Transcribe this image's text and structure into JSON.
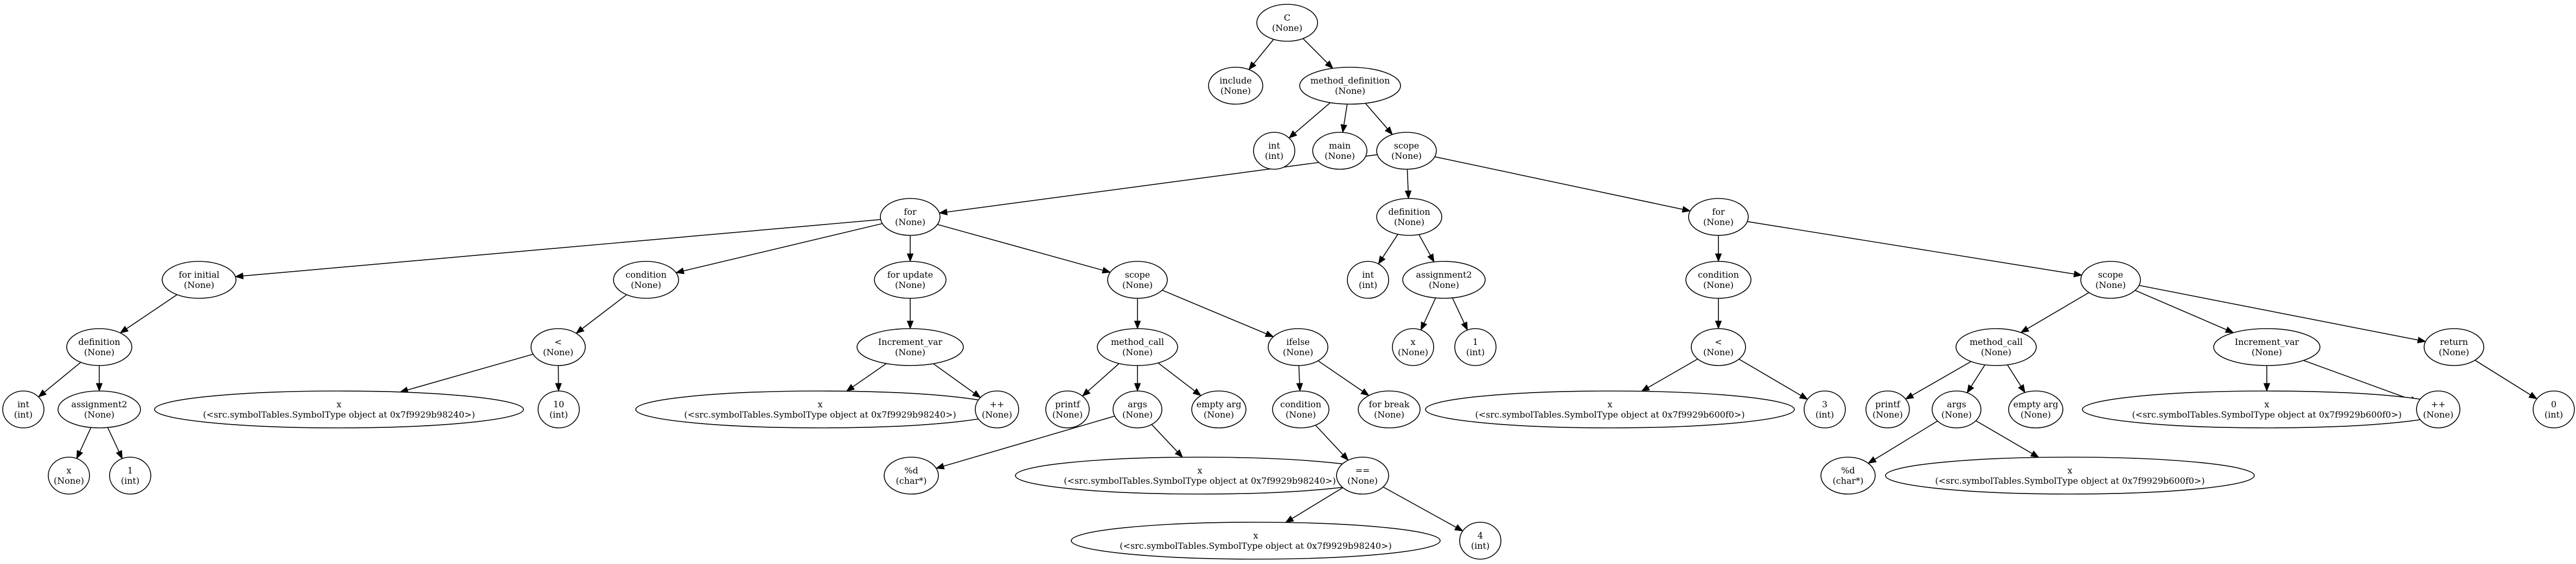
{
  "nodes": [
    {
      "id": "n0",
      "line1": "C",
      "line2": "(None)"
    },
    {
      "id": "n1",
      "line1": "include",
      "line2": "(None)"
    },
    {
      "id": "n2",
      "line1": "method_definition",
      "line2": "(None)"
    },
    {
      "id": "n3",
      "line1": "int",
      "line2": "(int)"
    },
    {
      "id": "n4",
      "line1": "main",
      "line2": "(None)"
    },
    {
      "id": "n5",
      "line1": "scope",
      "line2": "(None)"
    },
    {
      "id": "n6",
      "line1": "for",
      "line2": "(None)"
    },
    {
      "id": "n7",
      "line1": "definition",
      "line2": "(None)"
    },
    {
      "id": "n8",
      "line1": "for",
      "line2": "(None)"
    },
    {
      "id": "n9",
      "line1": "for initial",
      "line2": "(None)"
    },
    {
      "id": "n10",
      "line1": "condition",
      "line2": "(None)"
    },
    {
      "id": "n11",
      "line1": "for update",
      "line2": "(None)"
    },
    {
      "id": "n12",
      "line1": "scope",
      "line2": "(None)"
    },
    {
      "id": "n13",
      "line1": "definition",
      "line2": "(None)"
    },
    {
      "id": "n14",
      "line1": "int",
      "line2": "(int)"
    },
    {
      "id": "n15",
      "line1": "assignment2",
      "line2": "(None)"
    },
    {
      "id": "n16",
      "line1": "x",
      "line2": "(None)"
    },
    {
      "id": "n17",
      "line1": "1",
      "line2": "(int)"
    },
    {
      "id": "n18",
      "line1": "<",
      "line2": "(None)"
    },
    {
      "id": "n19",
      "line1": "x",
      "line2": "(<src.symbolTables.SymbolType object at 0x7f9929b98240>)"
    },
    {
      "id": "n20",
      "line1": "10",
      "line2": "(int)"
    },
    {
      "id": "n21",
      "line1": "Increment_var",
      "line2": "(None)"
    },
    {
      "id": "n22",
      "line1": "x",
      "line2": "(<src.symbolTables.SymbolType object at 0x7f9929b98240>)"
    },
    {
      "id": "n23",
      "line1": "++",
      "line2": "(None)"
    },
    {
      "id": "n24",
      "line1": "method_call",
      "line2": "(None)"
    },
    {
      "id": "n25",
      "line1": "ifelse",
      "line2": "(None)"
    },
    {
      "id": "n26",
      "line1": "printf",
      "line2": "(None)"
    },
    {
      "id": "n27",
      "line1": "args",
      "line2": "(None)"
    },
    {
      "id": "n28",
      "line1": "empty arg",
      "line2": "(None)"
    },
    {
      "id": "n29",
      "line1": "%d",
      "line2": "(char*)"
    },
    {
      "id": "n30",
      "line1": "x",
      "line2": "(<src.symbolTables.SymbolType object at 0x7f9929b98240>)"
    },
    {
      "id": "n31",
      "line1": "condition",
      "line2": "(None)"
    },
    {
      "id": "n32",
      "line1": "for break",
      "line2": "(None)"
    },
    {
      "id": "n33",
      "line1": "==",
      "line2": "(None)"
    },
    {
      "id": "n34",
      "line1": "x",
      "line2": "(<src.symbolTables.SymbolType object at 0x7f9929b98240>)"
    },
    {
      "id": "n35",
      "line1": "4",
      "line2": "(int)"
    },
    {
      "id": "n36",
      "line1": "int",
      "line2": "(int)"
    },
    {
      "id": "n37",
      "line1": "assignment2",
      "line2": "(None)"
    },
    {
      "id": "n38",
      "line1": "x",
      "line2": "(None)"
    },
    {
      "id": "n39",
      "line1": "1",
      "line2": "(int)"
    },
    {
      "id": "n40",
      "line1": "condition",
      "line2": "(None)"
    },
    {
      "id": "n41",
      "line1": "scope",
      "line2": "(None)"
    },
    {
      "id": "n42",
      "line1": "<",
      "line2": "(None)"
    },
    {
      "id": "n43",
      "line1": "x",
      "line2": "(<src.symbolTables.SymbolType object at 0x7f9929b600f0>)"
    },
    {
      "id": "n44",
      "line1": "3",
      "line2": "(int)"
    },
    {
      "id": "n45",
      "line1": "method_call",
      "line2": "(None)"
    },
    {
      "id": "n46",
      "line1": "Increment_var",
      "line2": "(None)"
    },
    {
      "id": "n47",
      "line1": "return",
      "line2": "(None)"
    },
    {
      "id": "n48",
      "line1": "printf",
      "line2": "(None)"
    },
    {
      "id": "n49",
      "line1": "args",
      "line2": "(None)"
    },
    {
      "id": "n50",
      "line1": "empty arg",
      "line2": "(None)"
    },
    {
      "id": "n51",
      "line1": "%d",
      "line2": "(char*)"
    },
    {
      "id": "n52",
      "line1": "x",
      "line2": "(<src.symbolTables.SymbolType object at 0x7f9929b600f0>)"
    },
    {
      "id": "n53",
      "line1": "x",
      "line2": "(<src.symbolTables.SymbolType object at 0x7f9929b600f0>)"
    },
    {
      "id": "n54",
      "line1": "++",
      "line2": "(None)"
    },
    {
      "id": "n55",
      "line1": "0",
      "line2": "(int)"
    }
  ],
  "edges": [
    {
      "from": "n0",
      "to": "n1"
    },
    {
      "from": "n0",
      "to": "n2"
    },
    {
      "from": "n2",
      "to": "n3"
    },
    {
      "from": "n2",
      "to": "n4"
    },
    {
      "from": "n2",
      "to": "n5"
    },
    {
      "from": "n5",
      "to": "n6"
    },
    {
      "from": "n5",
      "to": "n7"
    },
    {
      "from": "n5",
      "to": "n8"
    },
    {
      "from": "n6",
      "to": "n9"
    },
    {
      "from": "n6",
      "to": "n10"
    },
    {
      "from": "n6",
      "to": "n11"
    },
    {
      "from": "n6",
      "to": "n12"
    },
    {
      "from": "n9",
      "to": "n13"
    },
    {
      "from": "n13",
      "to": "n14"
    },
    {
      "from": "n13",
      "to": "n15"
    },
    {
      "from": "n15",
      "to": "n16"
    },
    {
      "from": "n15",
      "to": "n17"
    },
    {
      "from": "n10",
      "to": "n18"
    },
    {
      "from": "n18",
      "to": "n19"
    },
    {
      "from": "n18",
      "to": "n20"
    },
    {
      "from": "n11",
      "to": "n21"
    },
    {
      "from": "n21",
      "to": "n22"
    },
    {
      "from": "n21",
      "to": "n23"
    },
    {
      "from": "n12",
      "to": "n24"
    },
    {
      "from": "n12",
      "to": "n25"
    },
    {
      "from": "n24",
      "to": "n26"
    },
    {
      "from": "n24",
      "to": "n27"
    },
    {
      "from": "n24",
      "to": "n28"
    },
    {
      "from": "n27",
      "to": "n29"
    },
    {
      "from": "n27",
      "to": "n30"
    },
    {
      "from": "n25",
      "to": "n31"
    },
    {
      "from": "n25",
      "to": "n32"
    },
    {
      "from": "n31",
      "to": "n33"
    },
    {
      "from": "n33",
      "to": "n34"
    },
    {
      "from": "n33",
      "to": "n35"
    },
    {
      "from": "n7",
      "to": "n36"
    },
    {
      "from": "n7",
      "to": "n37"
    },
    {
      "from": "n37",
      "to": "n38"
    },
    {
      "from": "n37",
      "to": "n39"
    },
    {
      "from": "n8",
      "to": "n40"
    },
    {
      "from": "n8",
      "to": "n41"
    },
    {
      "from": "n40",
      "to": "n42"
    },
    {
      "from": "n42",
      "to": "n43"
    },
    {
      "from": "n42",
      "to": "n44"
    },
    {
      "from": "n41",
      "to": "n45"
    },
    {
      "from": "n41",
      "to": "n46"
    },
    {
      "from": "n41",
      "to": "n47"
    },
    {
      "from": "n45",
      "to": "n48"
    },
    {
      "from": "n45",
      "to": "n49"
    },
    {
      "from": "n45",
      "to": "n50"
    },
    {
      "from": "n49",
      "to": "n51"
    },
    {
      "from": "n49",
      "to": "n52"
    },
    {
      "from": "n46",
      "to": "n53"
    },
    {
      "from": "n46",
      "to": "n54"
    },
    {
      "from": "n47",
      "to": "n55"
    }
  ]
}
